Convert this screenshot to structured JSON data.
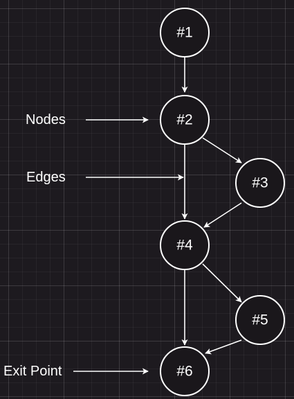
{
  "diagram": {
    "nodes": [
      {
        "id": "n1",
        "label": "#1"
      },
      {
        "id": "n2",
        "label": "#2"
      },
      {
        "id": "n3",
        "label": "#3"
      },
      {
        "id": "n4",
        "label": "#4"
      },
      {
        "id": "n5",
        "label": "#5"
      },
      {
        "id": "n6",
        "label": "#6"
      }
    ],
    "edges": [
      {
        "from": "n1",
        "to": "n2"
      },
      {
        "from": "n2",
        "to": "n4"
      },
      {
        "from": "n2",
        "to": "n3"
      },
      {
        "from": "n3",
        "to": "n4"
      },
      {
        "from": "n4",
        "to": "n6"
      },
      {
        "from": "n4",
        "to": "n5"
      },
      {
        "from": "n5",
        "to": "n6"
      }
    ],
    "annotations": [
      {
        "id": "nodes",
        "label": "Nodes"
      },
      {
        "id": "edges",
        "label": "Edges"
      },
      {
        "id": "exit",
        "label": "Exit Point"
      }
    ],
    "colors": {
      "background": "#1d1a1f",
      "stroke": "#ffffff",
      "text": "#ffffff"
    }
  }
}
